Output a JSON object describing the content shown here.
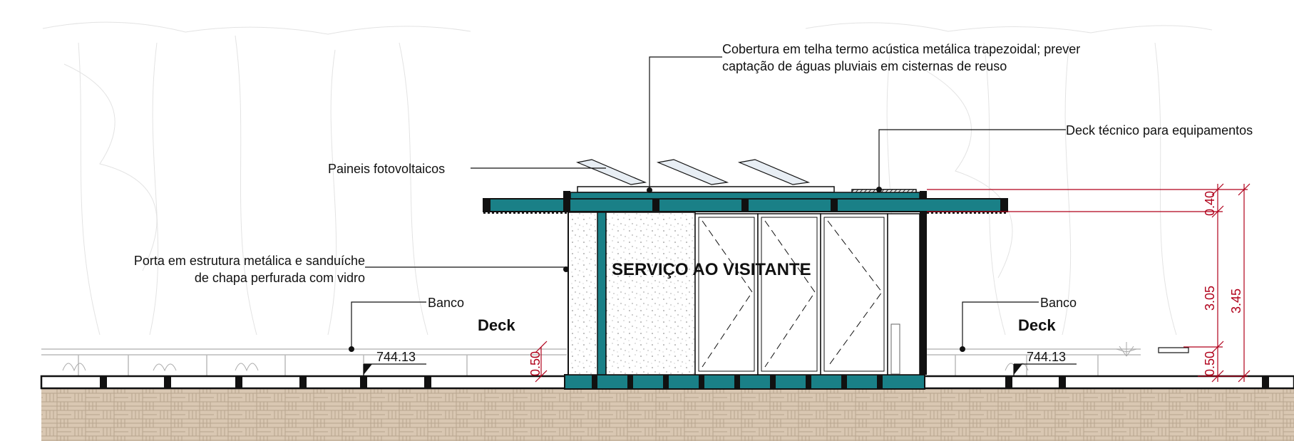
{
  "labels": {
    "roof": "Cobertura em telha termo acústica metálica trapezoidal; prever",
    "roof_line2": "captação de águas pluviais em cisternas de reuso",
    "tech_deck": "Deck técnico para equipamentos",
    "solar": "Paineis fotovoltaicos",
    "door": "Porta em estrutura metálica e sanduíche",
    "door_line2": "de chapa perfurada com vidro",
    "bench_left": "Banco",
    "bench_right": "Banco",
    "deck_left": "Deck",
    "deck_right": "Deck",
    "room": "SERVIÇO AO VISITANTE"
  },
  "levels": {
    "left": "744.13",
    "right": "744.13"
  },
  "dimensions": {
    "roof_thickness": "0.40",
    "wall_height": "3.05",
    "total_height": "3.45",
    "deck_left": "0.50",
    "deck_right": "0.50"
  },
  "colors": {
    "structure_teal": "#1a8087",
    "ground_fill": "#d9c7b2",
    "dimension_red": "#b0001a",
    "ink": "#111111"
  }
}
